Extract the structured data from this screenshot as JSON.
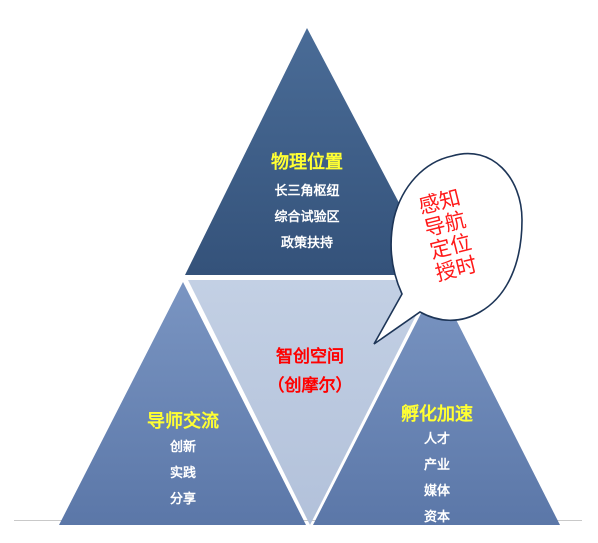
{
  "colors": {
    "top_triangle": "#3e5d84",
    "left_triangle": "#6783b3",
    "right_triangle": "#6581b1",
    "center_triangle": "#bac8de",
    "title_yellow": "#ffff33",
    "center_red": "#ff0000",
    "white_text": "#ffffff"
  },
  "top": {
    "title": "物理位置",
    "items": [
      "长三角枢纽",
      "综合试验区",
      "政策扶持"
    ]
  },
  "center": {
    "line1": "智创空间",
    "line2": "（创摩尔）"
  },
  "left": {
    "title": "导师交流",
    "items": [
      "创新",
      "实践",
      "分享"
    ]
  },
  "right": {
    "title": "孵化加速",
    "items": [
      "人才",
      "产业",
      "媒体",
      "资本"
    ]
  },
  "bubble": {
    "lines": [
      "感知",
      "导航",
      "定位",
      "授时"
    ]
  }
}
